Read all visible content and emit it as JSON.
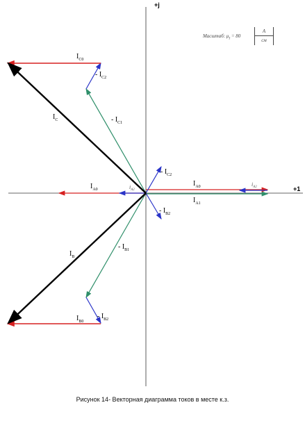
{
  "axes": {
    "imag_label": "+j",
    "real_label": "+1"
  },
  "scale": {
    "lhs": "Масштаб: μ",
    "sub": "I",
    "eq": " = 80",
    "num": "A",
    "den": "см"
  },
  "caption": "Рисунок 14- Векторная диаграмма токов в месте к.з.",
  "colors": {
    "red": "#d62020",
    "green": "#2f8f6a",
    "blue": "#2a34c8",
    "black": "#000000",
    "axis": "#333333"
  },
  "vectors": {
    "A1": {
      "label": "I",
      "sub": "A1"
    },
    "A0": {
      "label": "I",
      "sub": "A0"
    },
    "A2": {
      "label": "i",
      "sub": "A2"
    },
    "A2_left": {
      "label": "i",
      "sub": "A2"
    },
    "A0_left": {
      "label": "I",
      "sub": "A0"
    },
    "B2": {
      "label": "- I",
      "sub": "B2"
    },
    "B1": {
      "label": "- I",
      "sub": "B1"
    },
    "B": {
      "label": "I",
      "sub": "B"
    },
    "B0": {
      "label": "I",
      "sub": "B0"
    },
    "B2b": {
      "label": "- I",
      "sub": "B2"
    },
    "C2": {
      "label": "- I",
      "sub": "C2"
    },
    "C1": {
      "label": "- I",
      "sub": "C1"
    },
    "C": {
      "label": "I",
      "sub": "C"
    },
    "C0": {
      "label": "I",
      "sub": "C0"
    },
    "C2b": {
      "label": "- I",
      "sub": "C2"
    }
  }
}
